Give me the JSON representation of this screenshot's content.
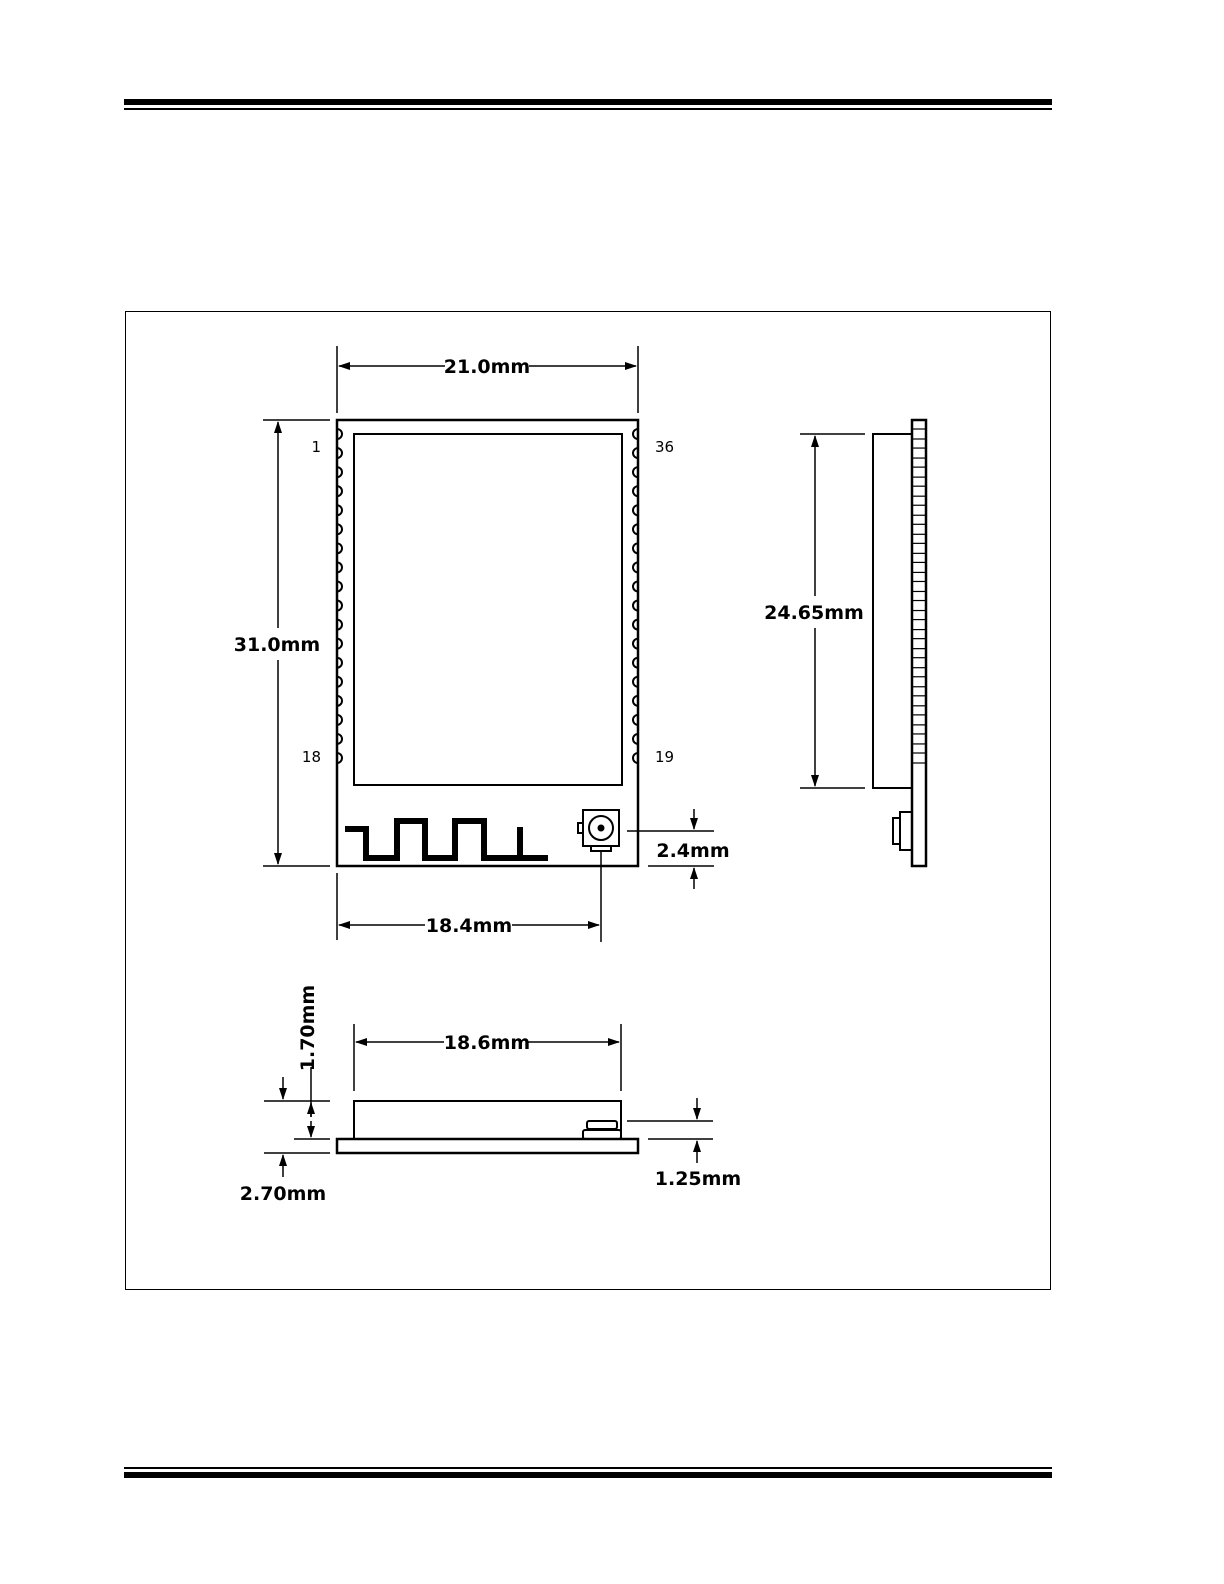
{
  "drawing": {
    "top_view": {
      "width_label": "21.0mm",
      "height_label": "31.0mm",
      "connector_offset_label": "18.4mm",
      "connector_height_label": "2.4mm",
      "pin_labels": {
        "top_left": "1",
        "bottom_left": "18",
        "top_right": "36",
        "bottom_right": "19"
      }
    },
    "side_view": {
      "shield_length_label": "24.65mm"
    },
    "front_view": {
      "shield_width_label": "18.6mm",
      "shield_height_label": "1.70mm",
      "total_height_label": "2.70mm",
      "connector_height_label": "1.25mm"
    }
  },
  "colors": {
    "line": "#000000",
    "background": "#ffffff"
  }
}
